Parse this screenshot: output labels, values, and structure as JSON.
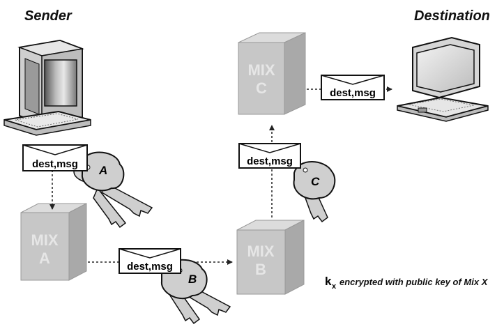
{
  "labels": {
    "sender": "Sender",
    "destination": "Destination"
  },
  "envelopes": [
    {
      "id": "env-sender",
      "text": "dest,msg"
    },
    {
      "id": "env-a-to-b",
      "text": "dest,msg"
    },
    {
      "id": "env-b-to-c",
      "text": "dest,msg"
    },
    {
      "id": "env-c-to-dest",
      "text": "dest,msg"
    }
  ],
  "mixes": [
    {
      "name": "MIX",
      "letter": "A"
    },
    {
      "name": "MIX",
      "letter": "B"
    },
    {
      "name": "MIX",
      "letter": "C"
    }
  ],
  "keys": [
    "A",
    "B",
    "C"
  ],
  "legend": {
    "symbol": "k",
    "subscript": "x",
    "text": "encrypted with public key of Mix X"
  },
  "colors": {
    "mix_front": "#c7c7c7",
    "mix_top": "#dcdcdc",
    "mix_side": "#a9a9a9",
    "key_fill": "#cfcfcf",
    "arrow": "#333333"
  }
}
